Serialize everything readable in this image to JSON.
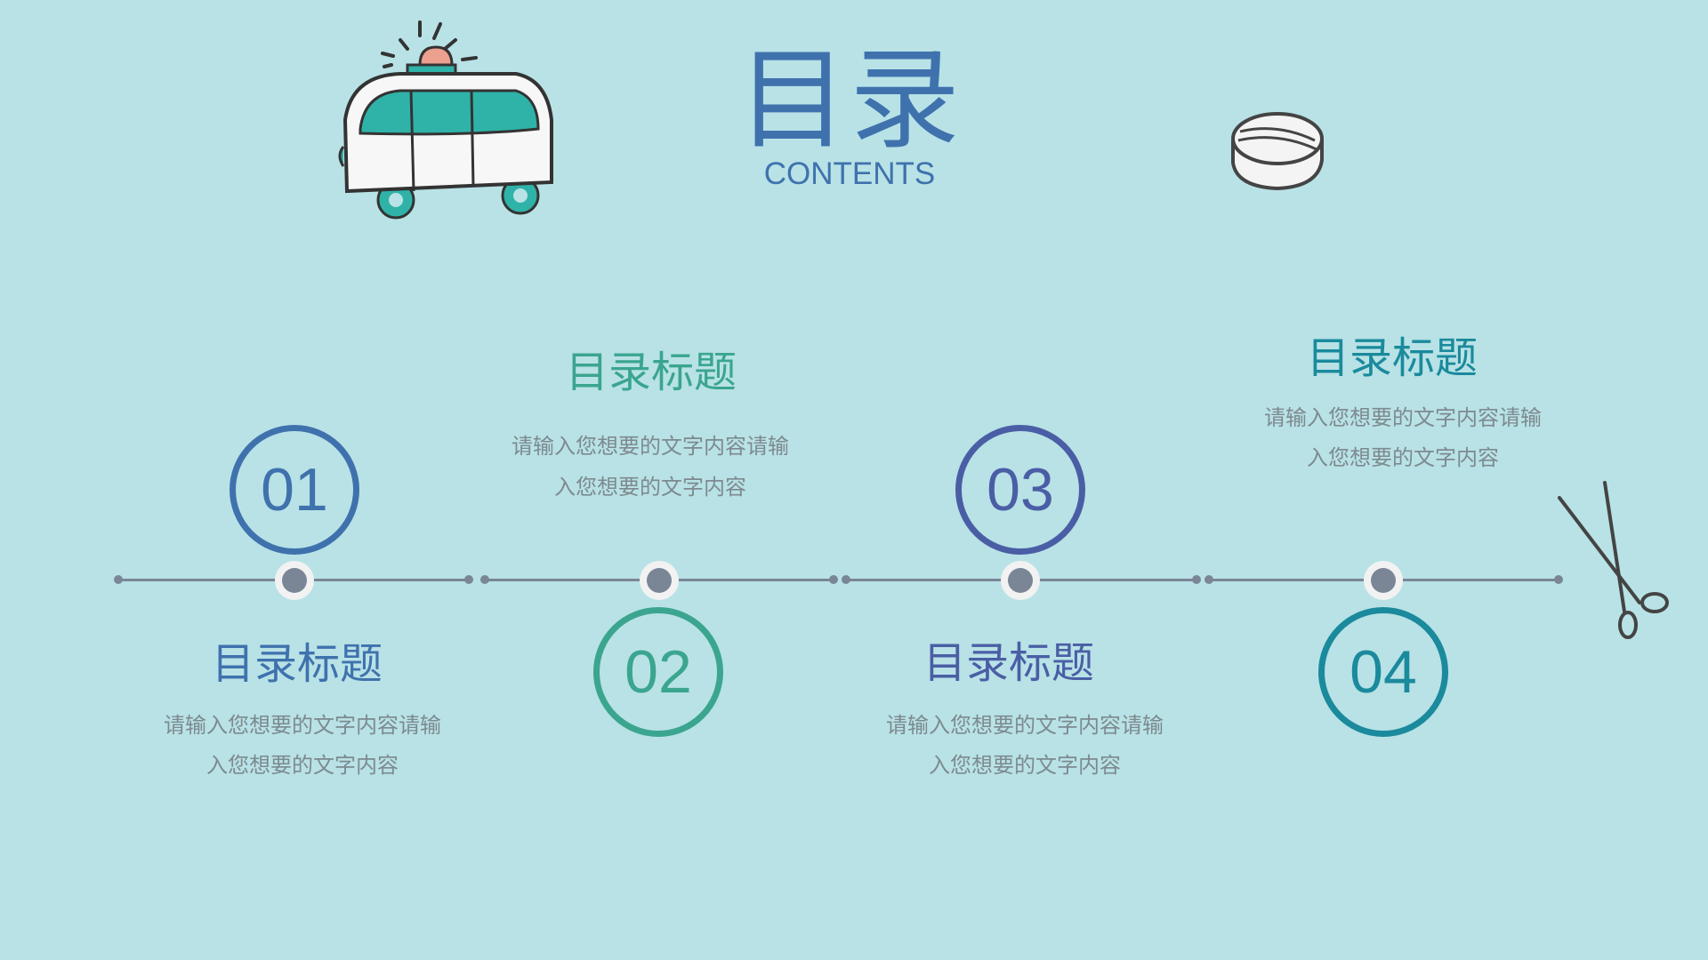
{
  "header": {
    "title": "目录",
    "subtitle": "CONTENTS"
  },
  "colors": {
    "background": "#b8e2e6",
    "item1": "#3f72ad",
    "item2": "#3ba58f",
    "item3": "#4a5ea5",
    "item4": "#1a8a9c",
    "timeline": "#7a8696"
  },
  "items": [
    {
      "number": "01",
      "title": "目录标题",
      "desc_line1": "请输入您想要的文字内容请输",
      "desc_line2": "入您想要的文字内容"
    },
    {
      "number": "02",
      "title": "目录标题",
      "desc_line1": "请输入您想要的文字内容请输",
      "desc_line2": "入您想要的文字内容"
    },
    {
      "number": "03",
      "title": "目录标题",
      "desc_line1": "请输入您想要的文字内容请输",
      "desc_line2": "入您想要的文字内容"
    },
    {
      "number": "04",
      "title": "目录标题",
      "desc_line1": "请输入您想要的文字内容请输",
      "desc_line2": "入您想要的文字内容"
    }
  ],
  "decorations": [
    "ambulance-icon",
    "pill-icon",
    "scissors-icon"
  ]
}
